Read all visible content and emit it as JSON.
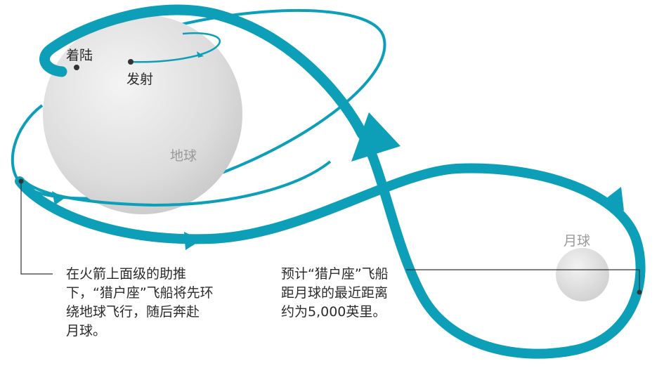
{
  "labels": {
    "landing": "着陆",
    "launch": "发射",
    "earth": "地球",
    "moon": "月球"
  },
  "notes": {
    "left": [
      "在火箭上面级的助推",
      "下，“猎户座”飞船将先环",
      "绕地球飞行，随后奔赴",
      "月球。"
    ],
    "right": [
      "预计“猎户座”飞船",
      "距月球的最近距离",
      "约为5,000英里。"
    ]
  },
  "colors": {
    "orbit": "#0e9fb8",
    "earth": "#dedede",
    "moon": "#e2e2e2",
    "leader": "#333333",
    "label_grey": "#9a9a9a"
  }
}
